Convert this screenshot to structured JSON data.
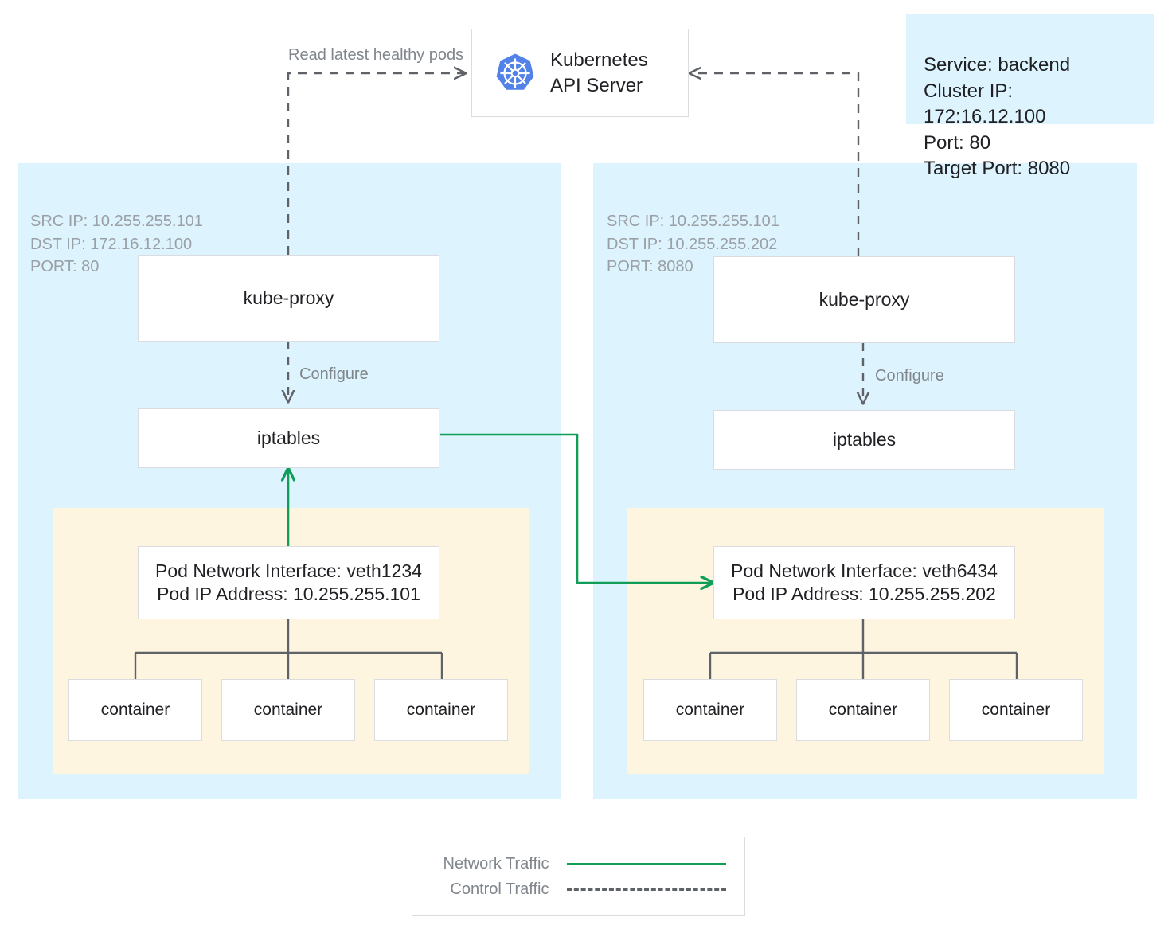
{
  "diagram": {
    "title": "Kubernetes kube-proxy iptables service routing",
    "colors": {
      "node_panel": "#ddf3fd",
      "pod_panel": "#fdf5e0",
      "network_traffic": "#0f9d58",
      "control_traffic": "#5f6368",
      "box_border": "#dadce0",
      "muted_text": "#9aa0a6",
      "k8s_blue": "#5282e8"
    }
  },
  "api_server": {
    "label": "Kubernetes\nAPI Server",
    "icon": "kubernetes-logo"
  },
  "service_card": {
    "text": "Service: backend\nCluster IP: 172:16.12.100\nPort: 80\nTarget Port: 8080",
    "lines": [
      "Service: backend",
      "Cluster IP: 172:16.12.100",
      "Port: 80",
      "Target Port: 8080"
    ]
  },
  "edge_labels": {
    "read_pods": "Read latest healthy pods",
    "configure_left": "Configure",
    "configure_right": "Configure"
  },
  "nodes": [
    {
      "id": "left",
      "ipinfo": "SRC IP: 10.255.255.101\nDST IP: 172.16.12.100\nPORT: 80",
      "ipinfo_lines": [
        "SRC IP: 10.255.255.101",
        "DST IP: 172.16.12.100",
        "PORT: 80"
      ],
      "kube_proxy": "kube-proxy",
      "iptables": "iptables",
      "pod": {
        "interface_line": "Pod Network Interface: veth1234",
        "ip_line": "Pod IP Address: 10.255.255.101",
        "containers": [
          "container",
          "container",
          "container"
        ]
      }
    },
    {
      "id": "right",
      "ipinfo": "SRC IP: 10.255.255.101\nDST IP: 10.255.255.202\nPORT: 8080",
      "ipinfo_lines": [
        "SRC IP: 10.255.255.101",
        "DST IP: 10.255.255.202",
        "PORT: 8080"
      ],
      "kube_proxy": "kube-proxy",
      "iptables": "iptables",
      "pod": {
        "interface_line": "Pod Network Interface: veth6434",
        "ip_line": "Pod IP Address: 10.255.255.202",
        "containers": [
          "container",
          "container",
          "container"
        ]
      }
    }
  ],
  "legend": {
    "rows": [
      {
        "label": "Network Traffic",
        "style": "solid"
      },
      {
        "label": "Control Traffic",
        "style": "dashed"
      }
    ]
  }
}
